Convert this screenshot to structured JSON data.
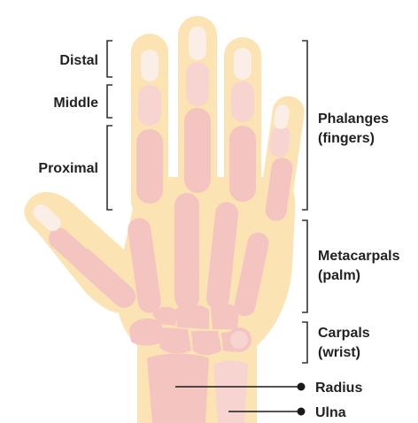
{
  "labels_left": {
    "distal": "Distal",
    "middle": "Middle",
    "proximal": "Proximal"
  },
  "labels_right": {
    "phalanges_line1": "Phalanges",
    "phalanges_line2": "(fingers)",
    "metacarpals_line1": "Metacarpals",
    "metacarpals_line2": "(palm)",
    "carpals_line1": "Carpals",
    "carpals_line2": "(wrist)",
    "radius": "Radius",
    "ulna": "Ulna"
  },
  "colors": {
    "skin": "#fbe3b3",
    "bone": "#f4c4c0",
    "bone_light": "#f7d4cf",
    "tip": "#fbeee6",
    "ink": "#222222"
  }
}
